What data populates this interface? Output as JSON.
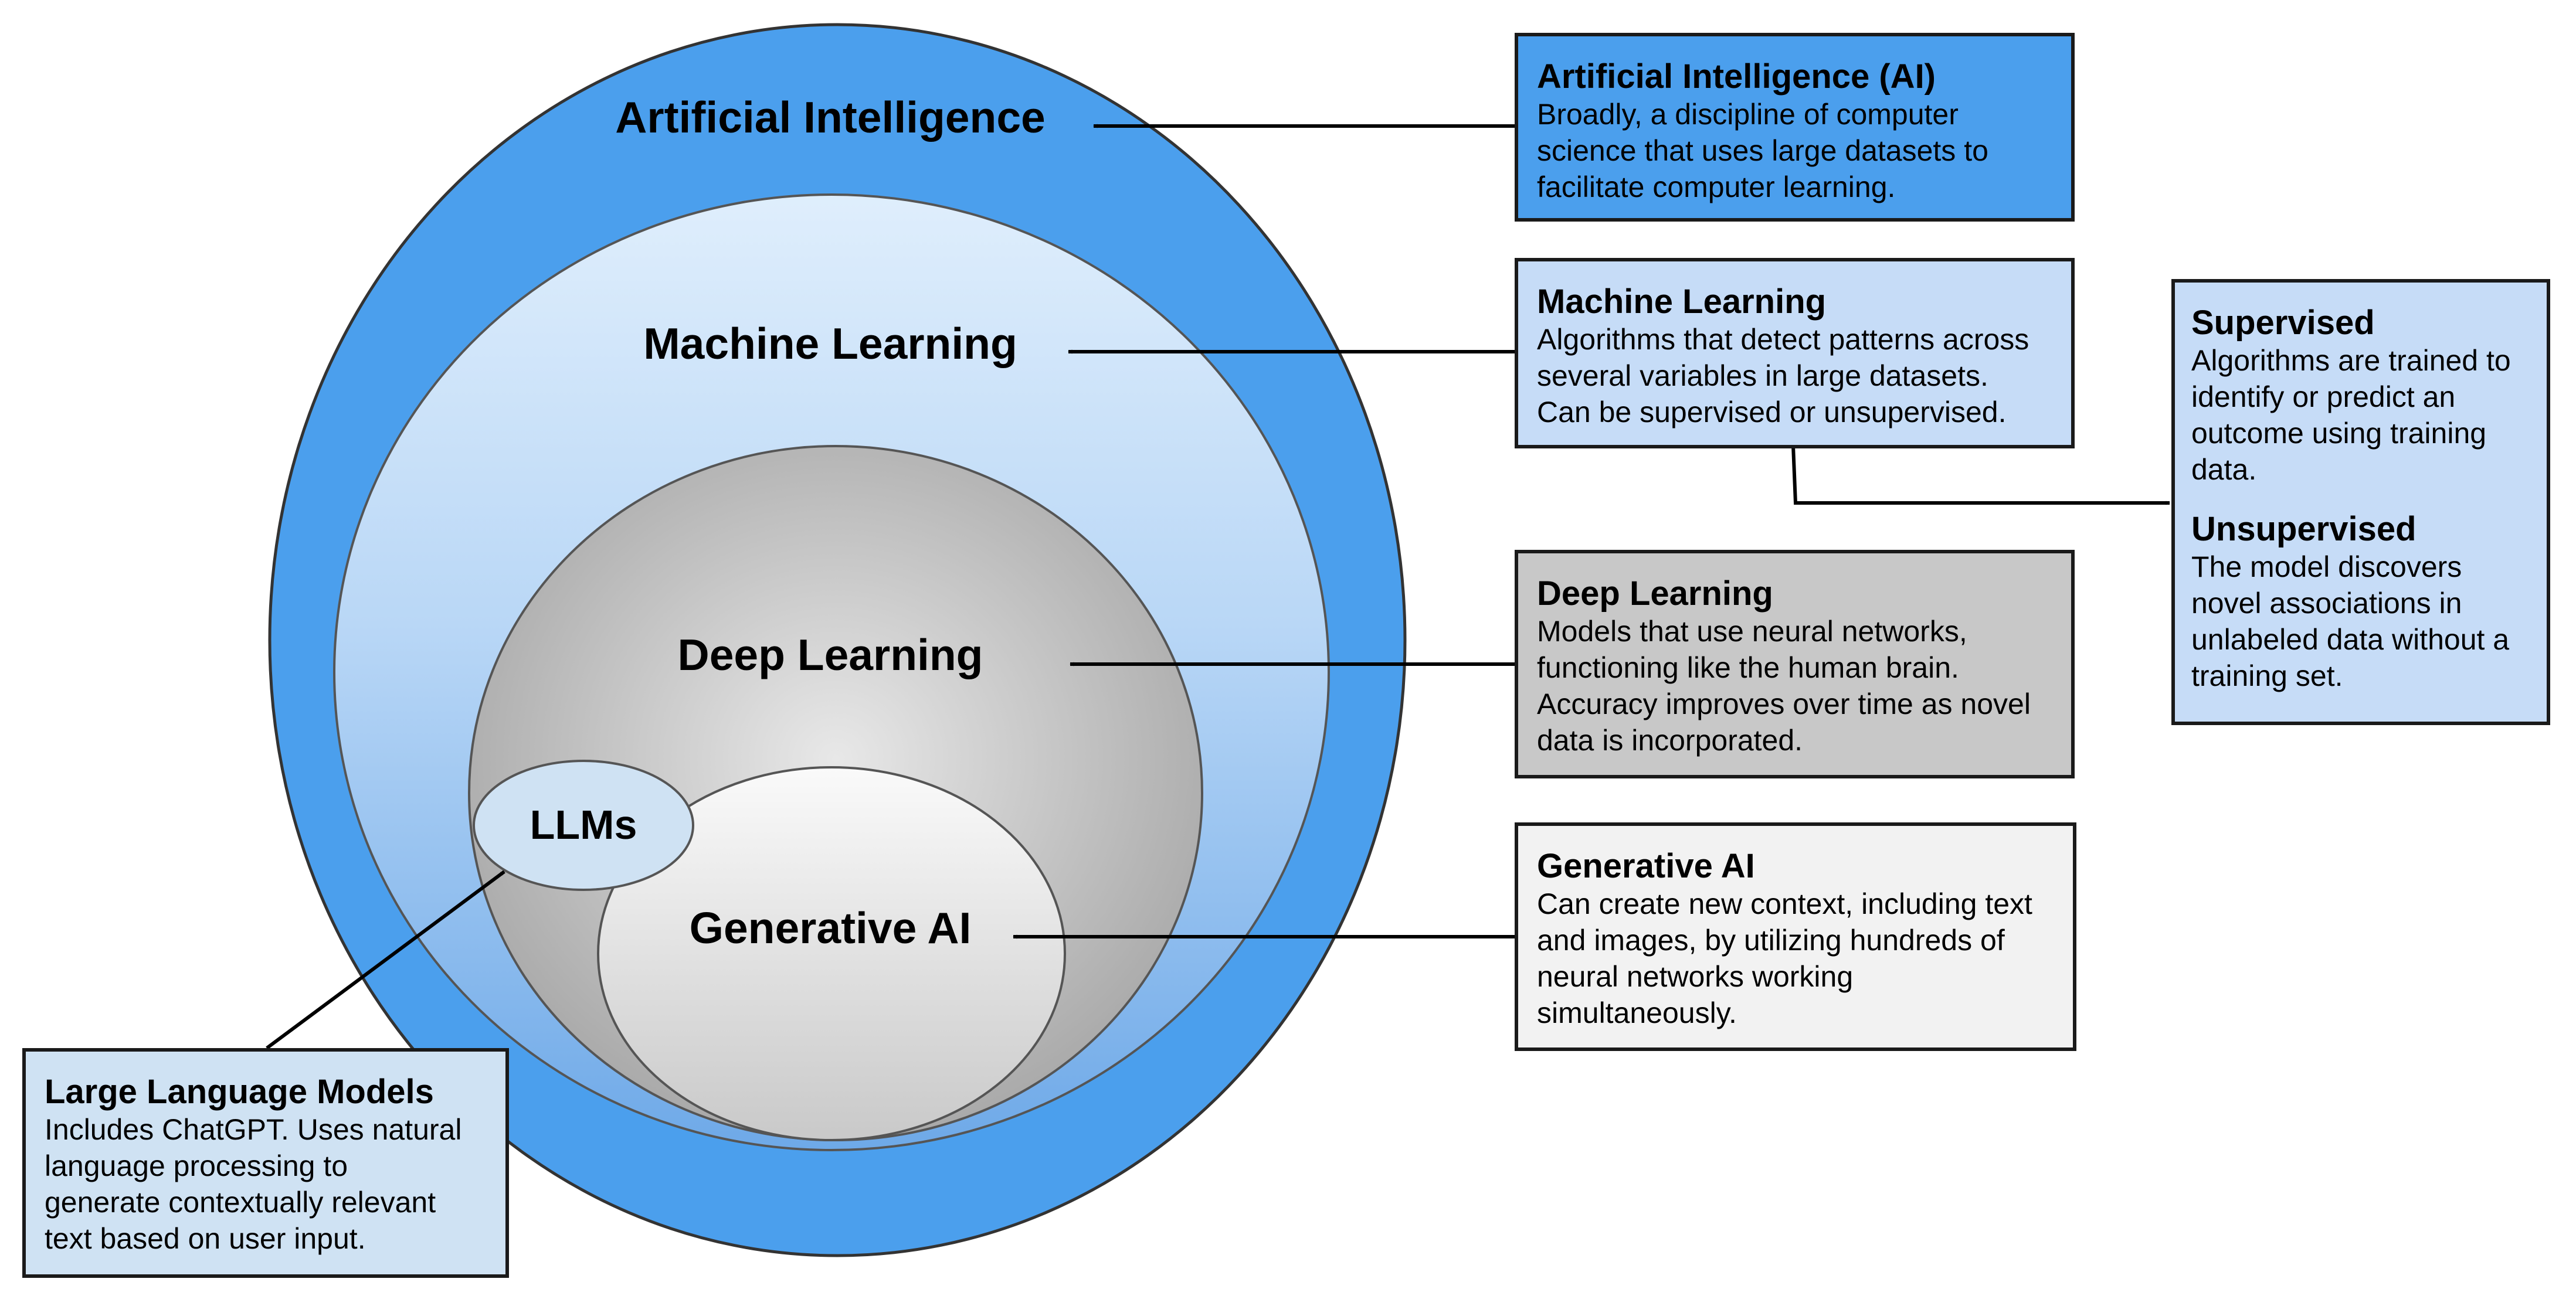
{
  "circles": {
    "artificial_intelligence": "Artificial Intelligence",
    "machine_learning": "Machine Learning",
    "deep_learning": "Deep Learning",
    "generative_ai": "Generative AI",
    "llms": "LLMs"
  },
  "boxes": {
    "ai": {
      "title": "Artificial Intelligence (AI)",
      "lines": [
        "Broadly, a discipline of computer",
        "science that uses large datasets to",
        "facilitate computer learning."
      ]
    },
    "ml": {
      "title": "Machine Learning",
      "lines": [
        "Algorithms that detect patterns across",
        "several variables in large datasets.",
        "Can be supervised or unsupervised."
      ]
    },
    "dl": {
      "title": "Deep Learning",
      "lines": [
        "Models that use neural networks,",
        "functioning like the human brain.",
        "Accuracy improves over time as novel",
        "data is incorporated."
      ]
    },
    "gen": {
      "title": "Generative AI",
      "lines": [
        "Can create new context, including text",
        "and images, by utilizing hundreds of",
        "neural networks working",
        "simultaneously."
      ]
    },
    "llm": {
      "title": "Large Language Models",
      "lines": [
        "Includes ChatGPT. Uses natural",
        "language processing to",
        "generate contextually relevant",
        "text based on user input."
      ]
    },
    "learning_types": {
      "supervised_title": "Supervised",
      "supervised_lines": [
        "Algorithms are trained to",
        "identify or predict an",
        "outcome using training",
        "data."
      ],
      "unsupervised_title": "Unsupervised",
      "unsupervised_lines": [
        "The model discovers",
        "novel associations in",
        "unlabeled data without a",
        "training set."
      ]
    }
  },
  "colors": {
    "ai_blue": "#4b9fed",
    "ml_light_blue": "#c6dcf7",
    "dl_gray": "#c8c8c8",
    "gen_light_gray": "#f2f2f2",
    "llm_pale_blue": "#cfe2f3"
  }
}
